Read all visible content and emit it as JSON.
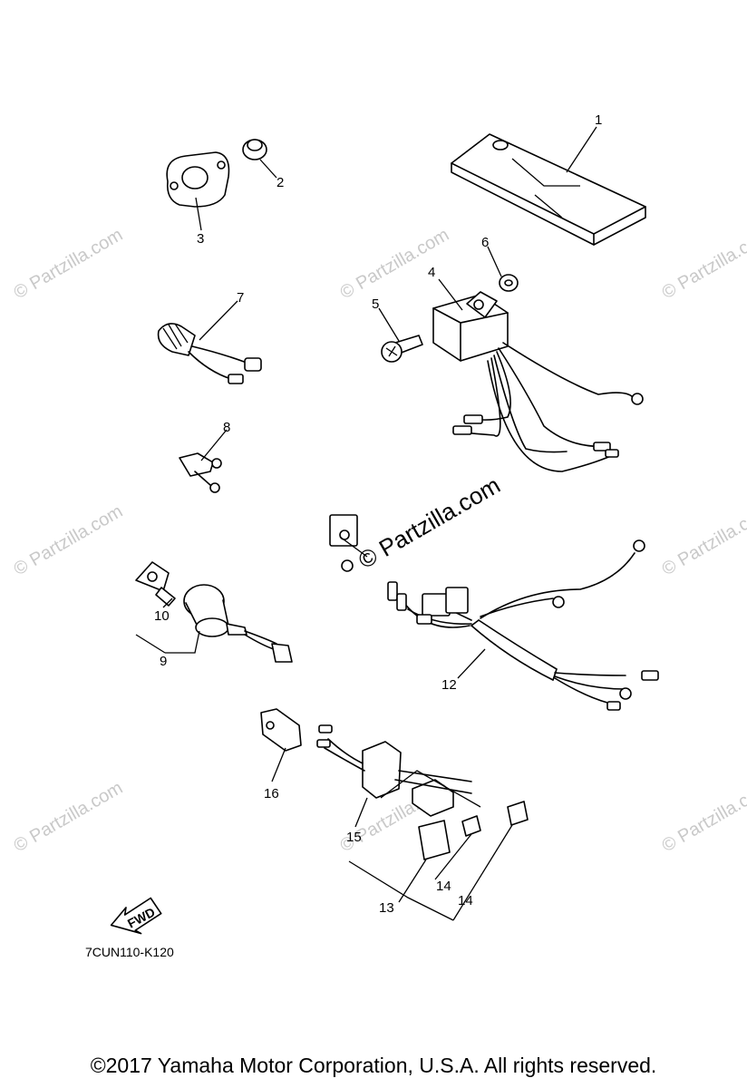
{
  "watermark": "© Partzilla.com",
  "brand_stamp": "© Partzilla.com",
  "callouts": {
    "c1": "1",
    "c2": "2",
    "c3": "3",
    "c4": "4",
    "c5": "5",
    "c6": "6",
    "c7": "7",
    "c8": "8",
    "c9": "9",
    "c10": "10",
    "c12": "12",
    "c13": "13",
    "c14a": "14",
    "c14b": "14",
    "c15": "15",
    "c16": "16"
  },
  "fwd_label": "FWD",
  "diagram_code": "7CUN110-K120",
  "copyright": "©2017  Yamaha Motor Corporation, U.S.A. All rights reserved."
}
